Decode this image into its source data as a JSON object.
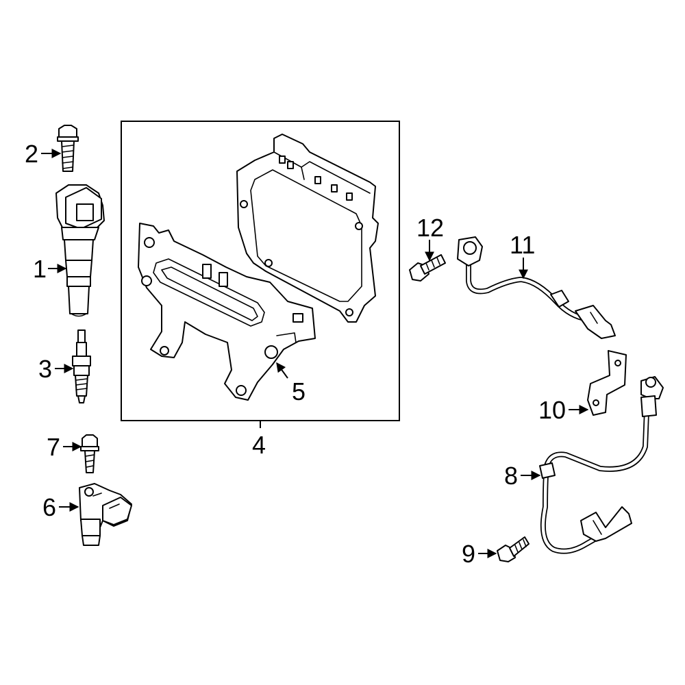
{
  "diagram": {
    "callouts": [
      {
        "id": "1",
        "part": "ignition-coil"
      },
      {
        "id": "2",
        "part": "coil-bolt"
      },
      {
        "id": "3",
        "part": "spark-plug"
      },
      {
        "id": "4",
        "part": "ecm-assembly"
      },
      {
        "id": "5",
        "part": "ecm-bracket"
      },
      {
        "id": "6",
        "part": "camshaft-position-sensor"
      },
      {
        "id": "7",
        "part": "sensor-bolt"
      },
      {
        "id": "8",
        "part": "crankshaft-position-sensor"
      },
      {
        "id": "9",
        "part": "crank-sensor-bolt"
      },
      {
        "id": "10",
        "part": "wire-bracket"
      },
      {
        "id": "11",
        "part": "knock-sensor"
      },
      {
        "id": "12",
        "part": "knock-sensor-bolt"
      }
    ]
  }
}
